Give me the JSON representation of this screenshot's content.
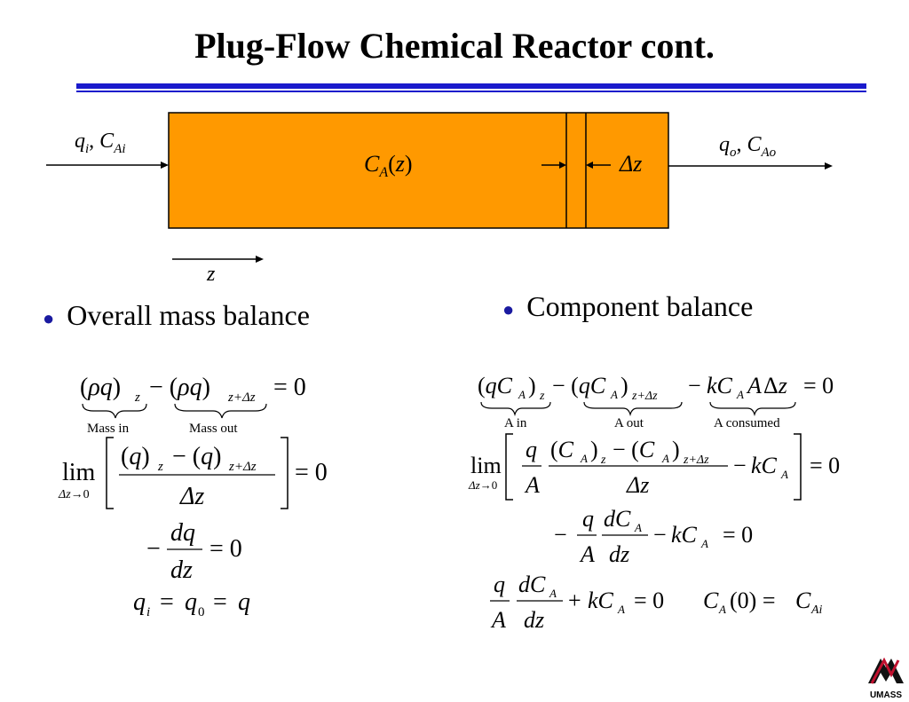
{
  "slide": {
    "title": "Plug-Flow Chemical Reactor cont.",
    "accent_color": "#1a1acc",
    "reactor_fill": "#ff9900"
  },
  "diagram": {
    "inlet_q": "q",
    "inlet_q_sub": "i",
    "inlet_c": "C",
    "inlet_c_sub": "Ai",
    "outlet_q": "q",
    "outlet_q_sub": "o",
    "outlet_c": "C",
    "outlet_c_sub": "Ao",
    "concentration": "C",
    "concentration_sub": "A",
    "concentration_arg": "z",
    "delta_z": "Δz",
    "axis_label": "z"
  },
  "left": {
    "bullet": "Overall mass balance",
    "underbrace_1": "Mass in",
    "underbrace_2": "Mass out",
    "final_eq": "q_i = q_0 = q"
  },
  "right": {
    "bullet": "Component balance",
    "underbrace_1": "A in",
    "underbrace_2": "A out",
    "underbrace_3": "A consumed"
  },
  "footer": {
    "logo_text": "UMASS"
  }
}
